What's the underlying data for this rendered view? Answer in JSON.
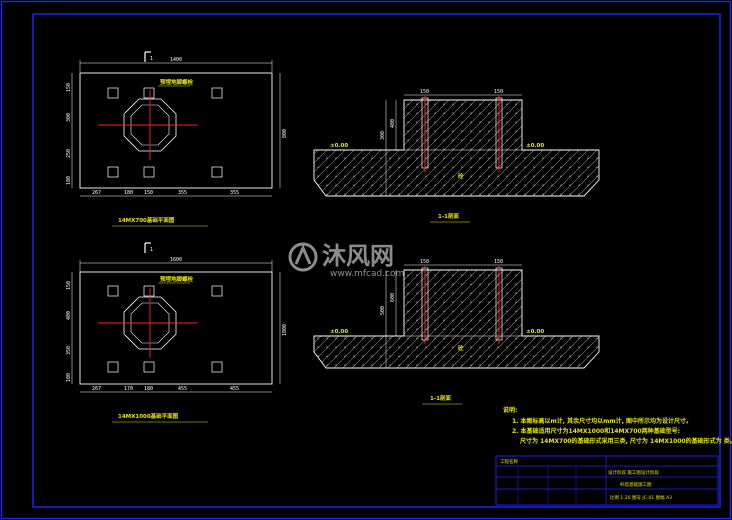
{
  "colors": {
    "background": "#000000",
    "frame": "#2323ff",
    "outline": "#ffffff",
    "centerline": "#ff2020",
    "label": "#e6e600",
    "hatch": "#cfcfcf"
  },
  "plan_top": {
    "width_dim": "1400",
    "side_dim": "800",
    "left_dims": [
      "150",
      "300",
      "250",
      "100"
    ],
    "bottom_dims": [
      "267",
      "180",
      "150",
      "355",
      "355"
    ],
    "tag": "预埋地脚螺栓",
    "caption": "14MX700基础平面图"
  },
  "plan_bottom": {
    "width_dim": "1600",
    "side_dim": "1000",
    "left_dims": [
      "150",
      "400",
      "350",
      "100"
    ],
    "bottom_dims": [
      "267",
      "170",
      "180",
      "455",
      "455"
    ],
    "tag": "预埋地脚螺栓",
    "caption": "14MX1000基础平面图"
  },
  "section_top": {
    "top_dims": [
      "150",
      "150"
    ],
    "left_dims": [
      "300",
      "400"
    ],
    "mark_left": "±0.00",
    "mark_right": "±0.00",
    "material": "砼",
    "caption": "1-1剖面"
  },
  "section_bottom": {
    "top_dims": [
      "150",
      "150"
    ],
    "left_dims": [
      "500",
      "600"
    ],
    "mark_left": "±0.00",
    "mark_right": "±0.00",
    "material": "砼",
    "caption": "1-1剖面"
  },
  "cut_marks": [
    "1",
    "1"
  ],
  "notes": {
    "heading": "说明:",
    "lines": [
      "1. 本图标高以m计, 其余尺寸均以mm计, 图中所示均为设计尺寸。",
      "2. 本基础适用尺寸为14MX1000和14MX700两种基础型号:",
      "尺寸为 14MX700的基础形式采用三类, 尺寸为 14MX1000的基础形式为 类。"
    ]
  },
  "title_block": {
    "row1": "工程名称",
    "row2": "设计阶段  施工图设计阶段",
    "row3": "杆塔基础施工图",
    "row4": "比例  1:20   图号  JC-01   图幅  A3"
  },
  "watermark": {
    "brand": "沐风网",
    "url": "www.mfcad.com"
  }
}
